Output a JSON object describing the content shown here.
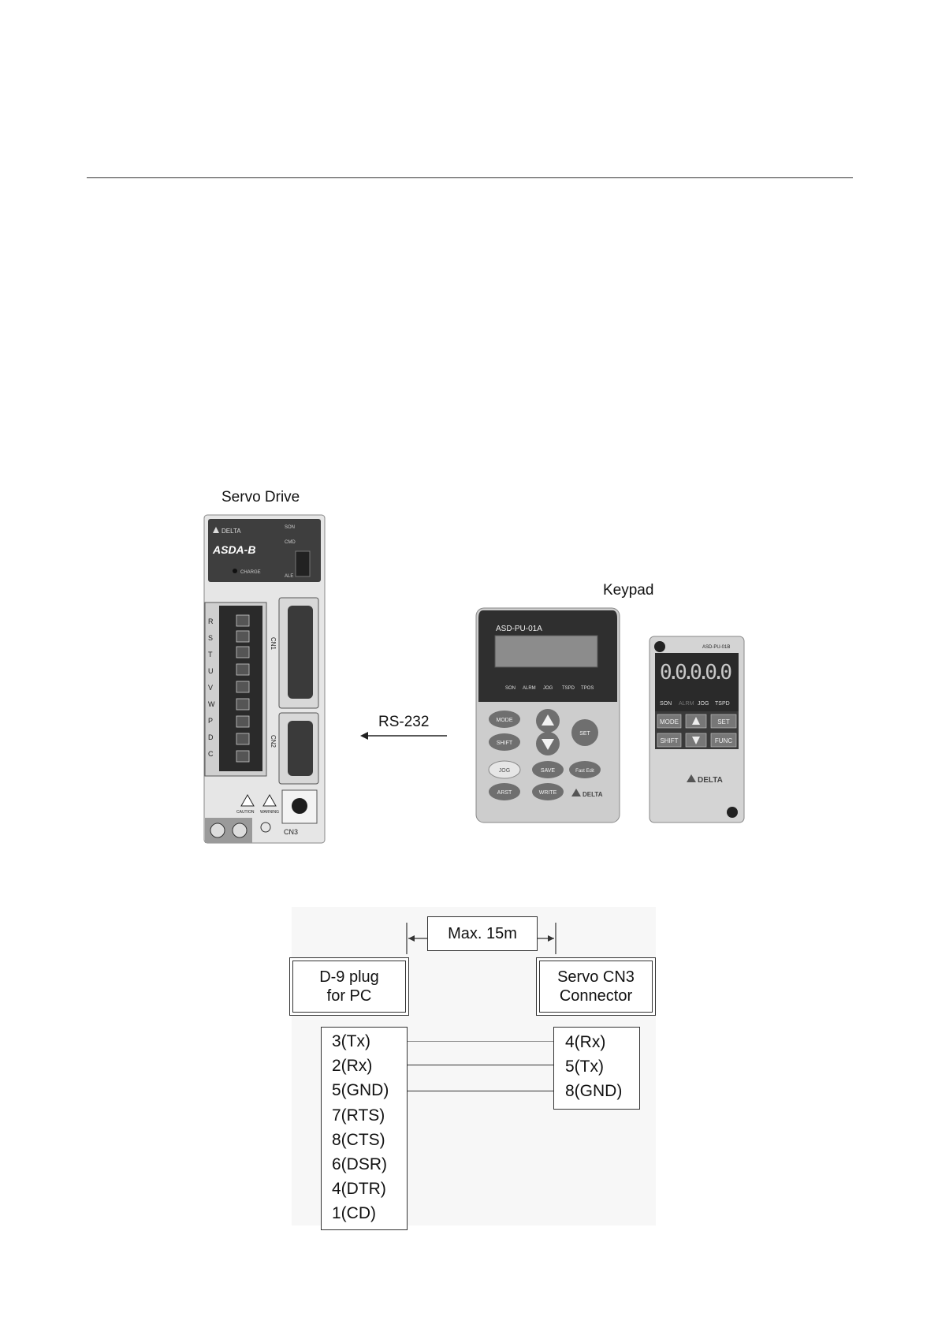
{
  "labels": {
    "servo_drive": "Servo Drive",
    "keypad": "Keypad",
    "rs232": "RS-232"
  },
  "servo": {
    "brand": "DELTA",
    "model": "ASDA-B",
    "leds": [
      "SON",
      "CMD",
      "ALE"
    ],
    "charge": "CHARGE",
    "terminals": [
      "R",
      "S",
      "T",
      "U",
      "V",
      "W",
      "P",
      "D",
      "C"
    ],
    "ports": [
      "CN1",
      "CN2",
      "CN3"
    ],
    "warnings": [
      "CAUTION",
      "WARNING"
    ]
  },
  "keypad_a": {
    "model": "ASD-PU-01A",
    "indicators": [
      "SON",
      "ALRM",
      "JOG",
      "TSPD",
      "TPOS"
    ],
    "buttons": [
      "MODE",
      "SHIFT",
      "JOG",
      "ARST",
      "SAVE",
      "WRITE",
      "SET",
      "Fast Edit"
    ],
    "brand": "DELTA"
  },
  "keypad_b": {
    "model": "ASD-PU-01B",
    "display": "0.0.0.0.0",
    "indicators": [
      "SON",
      "ALRM",
      "JOG",
      "TSPD"
    ],
    "buttons": [
      "MODE",
      "SET",
      "SHIFT",
      "FUNC"
    ],
    "brand": "DELTA"
  },
  "wiring": {
    "max_length": "Max. 15m",
    "pc_box": [
      "D-9 plug",
      "for PC"
    ],
    "servo_box": [
      "Servo CN3",
      "Connector"
    ],
    "pc_pins": [
      "3(Tx)",
      "2(Rx)",
      "5(GND)",
      "7(RTS)",
      "8(CTS)",
      "6(DSR)",
      "4(DTR)",
      "1(CD)"
    ],
    "servo_pins": [
      "4(Rx)",
      "5(Tx)",
      "8(GND)"
    ]
  }
}
